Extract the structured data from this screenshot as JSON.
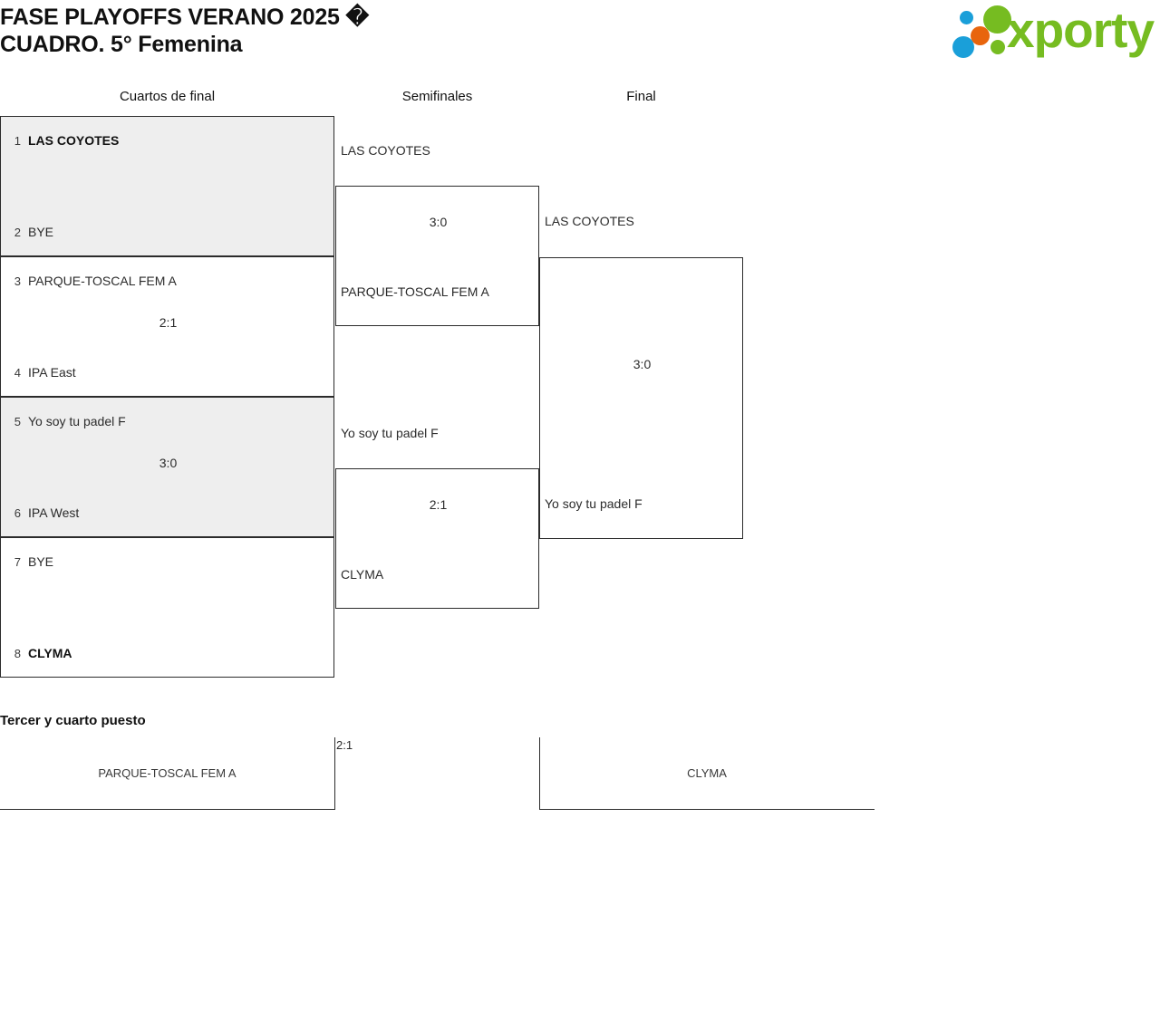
{
  "header": {
    "title": "FASE PLAYOFFS VERANO 2025 �\nCUADRO. 5° Femenina",
    "logo_word": "xporty",
    "logo_colors": {
      "blue": "#1a9fd9",
      "orange": "#e8650d",
      "green": "#76bc21"
    }
  },
  "rounds": [
    {
      "label": "Cuartos de final"
    },
    {
      "label": "Semifinales"
    },
    {
      "label": "Final"
    }
  ],
  "quarterfinals": [
    {
      "shaded": true,
      "top": {
        "seed": "1",
        "name": "LAS COYOTES",
        "winner": true
      },
      "bottom": {
        "seed": "2",
        "name": "BYE",
        "winner": false
      },
      "score": ""
    },
    {
      "shaded": false,
      "top": {
        "seed": "3",
        "name": "PARQUE-TOSCAL FEM A",
        "winner": false
      },
      "bottom": {
        "seed": "4",
        "name": "IPA East",
        "winner": false
      },
      "score": "2:1"
    },
    {
      "shaded": true,
      "top": {
        "seed": "5",
        "name": "Yo soy tu padel F",
        "winner": false
      },
      "bottom": {
        "seed": "6",
        "name": "IPA West",
        "winner": false
      },
      "score": "3:0"
    },
    {
      "shaded": false,
      "top": {
        "seed": "7",
        "name": "BYE",
        "winner": false
      },
      "bottom": {
        "seed": "8",
        "name": "CLYMA",
        "winner": true
      },
      "score": ""
    }
  ],
  "semifinals": [
    {
      "top_name": "LAS COYOTES",
      "bottom_name": "PARQUE-TOSCAL FEM A",
      "score": "3:0"
    },
    {
      "top_name": "Yo soy tu padel F",
      "bottom_name": "CLYMA",
      "score": "2:1"
    }
  ],
  "final": {
    "top_name": "LAS COYOTES",
    "bottom_name": "Yo soy tu padel F",
    "score": "3:0"
  },
  "third_place": {
    "title": "Tercer y cuarto puesto",
    "left_name": "PARQUE-TOSCAL FEM A",
    "right_name": "CLYMA",
    "score": "2:1"
  }
}
